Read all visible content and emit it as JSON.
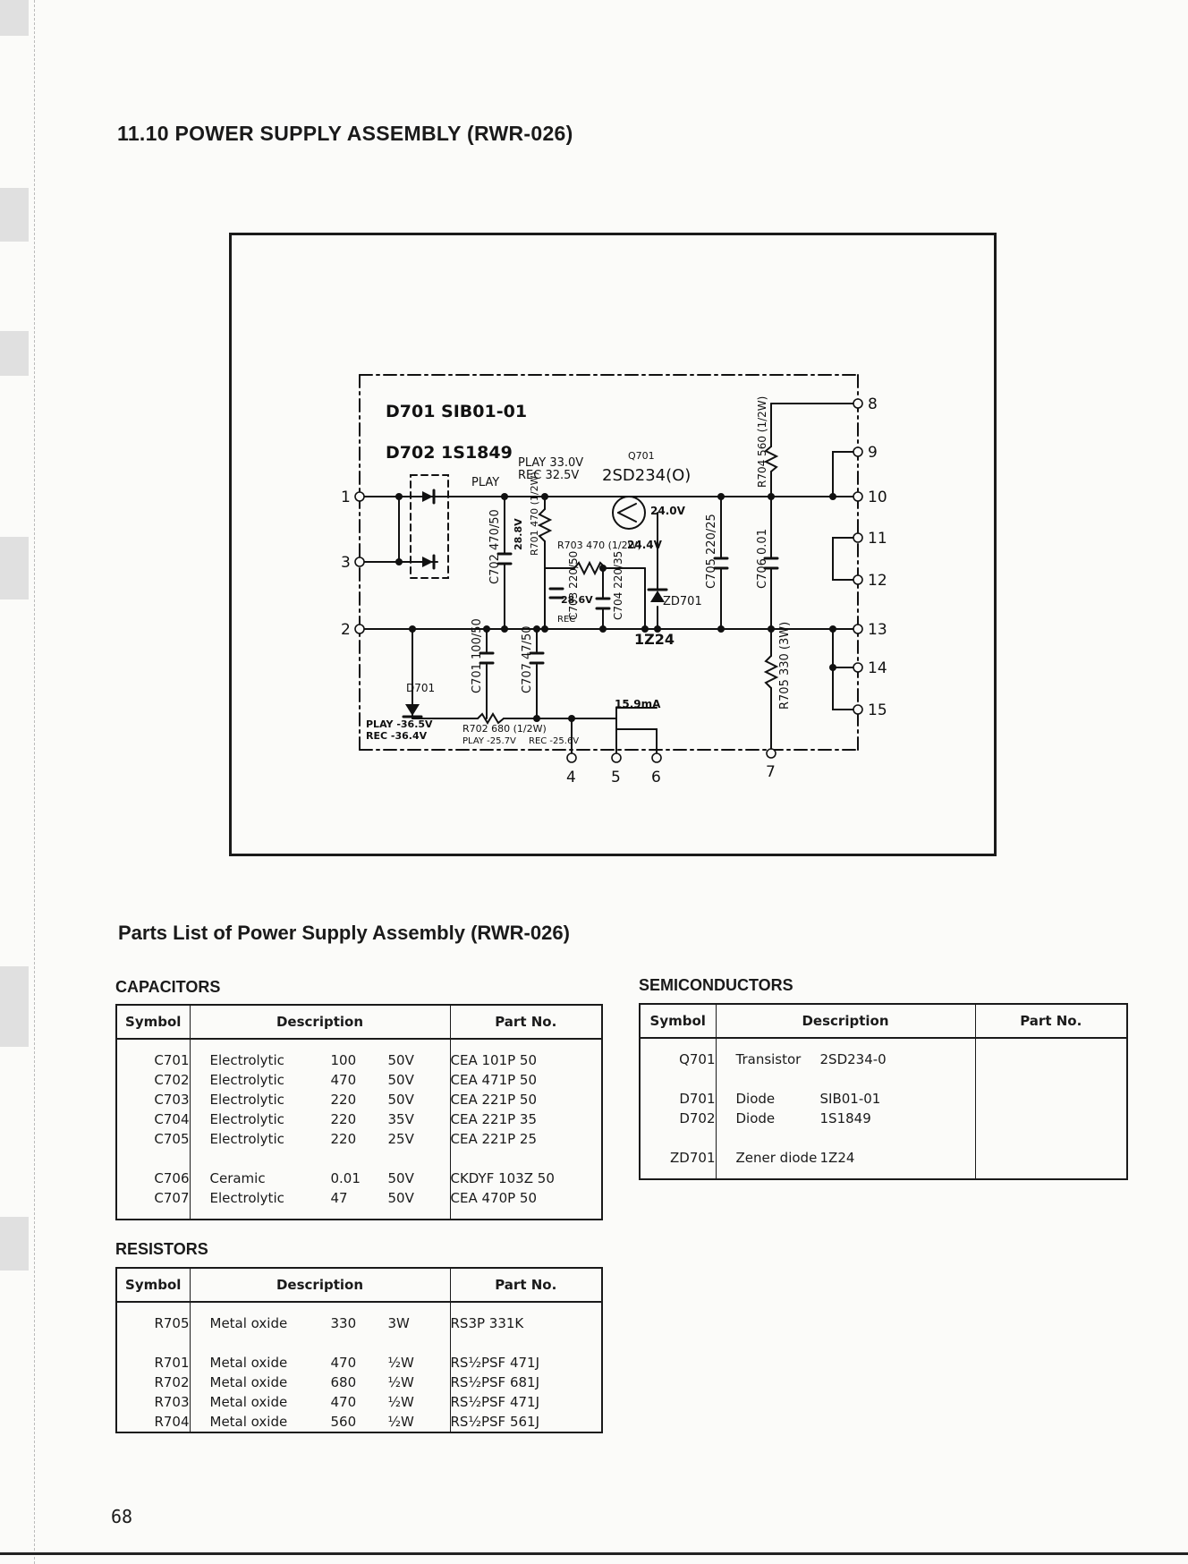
{
  "header": {
    "section_title": "11.10  POWER SUPPLY ASSEMBLY (RWR-026)"
  },
  "schematic": {
    "labels": {
      "d701": "D701 SIB01-01",
      "d702": "D702 1S1849",
      "play_v": "PLAY 33.0V",
      "rec_v": "REC 32.5V",
      "play": "PLAY",
      "q701": "Q701",
      "q701_part": "2SD234(O)",
      "r704": "R704 560 (1/2W)",
      "c702": "C702 470/50",
      "v_c702": "28.8V",
      "r701": "R701 470 (1/2W)",
      "r703": "R703 470 (1/2W)",
      "v_emitter": "24.0V",
      "v_base": "24.4V",
      "c705": "C705 220/25",
      "c706": "C706 0.01",
      "c703": "C703 220/50",
      "c704": "C704 220/35",
      "v_rec": "28.6V",
      "rec": "REC",
      "zd701": "ZD701",
      "zd_part": "1Z24",
      "c701": "C701 100/50",
      "c707": "C707 47/50",
      "r705": "R705 330 (3W)",
      "d701b": "D701",
      "current": "15.9mA",
      "play_neg": "PLAY -36.5V",
      "rec_neg": "REC -36.4V",
      "r702": "R702 680 (1/2W)",
      "play_neg2": "PLAY -25.7V",
      "rec_neg2": "REC -25.6V"
    },
    "terminals": [
      "1",
      "3",
      "2",
      "4",
      "5",
      "6",
      "7",
      "8",
      "9",
      "10",
      "11",
      "12",
      "13",
      "14",
      "15"
    ]
  },
  "parts_list": {
    "title": "Parts List of Power Supply Assembly (RWR-026)",
    "columns": {
      "symbol": "Symbol",
      "description": "Description",
      "part_no": "Part No."
    },
    "capacitors": {
      "title": "CAPACITORS",
      "groups": [
        [
          {
            "symbol": "C701",
            "type": "Electrolytic",
            "value": "100",
            "rating": "50V",
            "part_no": "CEA 101P 50"
          },
          {
            "symbol": "C702",
            "type": "Electrolytic",
            "value": "470",
            "rating": "50V",
            "part_no": "CEA 471P 50"
          },
          {
            "symbol": "C703",
            "type": "Electrolytic",
            "value": "220",
            "rating": "50V",
            "part_no": "CEA 221P 50"
          },
          {
            "symbol": "C704",
            "type": "Electrolytic",
            "value": "220",
            "rating": "35V",
            "part_no": "CEA 221P 35"
          },
          {
            "symbol": "C705",
            "type": "Electrolytic",
            "value": "220",
            "rating": "25V",
            "part_no": "CEA 221P 25"
          }
        ],
        [
          {
            "symbol": "C706",
            "type": "Ceramic",
            "value": "0.01",
            "rating": "50V",
            "part_no": "CKDYF 103Z 50"
          },
          {
            "symbol": "C707",
            "type": "Electrolytic",
            "value": "47",
            "rating": "50V",
            "part_no": "CEA 470P 50"
          }
        ]
      ]
    },
    "resistors": {
      "title": "RESISTORS",
      "groups": [
        [
          {
            "symbol": "R705",
            "type": "Metal oxide",
            "value": "330",
            "rating": "3W",
            "part_no": "RS3P 331K"
          }
        ],
        [
          {
            "symbol": "R701",
            "type": "Metal oxide",
            "value": "470",
            "rating": "½W",
            "part_no": "RS½PSF 471J"
          },
          {
            "symbol": "R702",
            "type": "Metal oxide",
            "value": "680",
            "rating": "½W",
            "part_no": "RS½PSF 681J"
          },
          {
            "symbol": "R703",
            "type": "Metal oxide",
            "value": "470",
            "rating": "½W",
            "part_no": "RS½PSF 471J"
          },
          {
            "symbol": "R704",
            "type": "Metal oxide",
            "value": "560",
            "rating": "½W",
            "part_no": "RS½PSF 561J"
          }
        ]
      ]
    },
    "semiconductors": {
      "title": "SEMICONDUCTORS",
      "groups": [
        [
          {
            "symbol": "Q701",
            "type": "Transistor",
            "value": "2SD234-0",
            "part_no": ""
          }
        ],
        [
          {
            "symbol": "D701",
            "type": "Diode",
            "value": "SIB01-01",
            "part_no": ""
          },
          {
            "symbol": "D702",
            "type": "Diode",
            "value": "1S1849",
            "part_no": ""
          }
        ],
        [
          {
            "symbol": "ZD701",
            "type": "Zener diode",
            "value": "1Z24",
            "part_no": ""
          }
        ]
      ]
    }
  },
  "footer": {
    "page_number": "68"
  }
}
